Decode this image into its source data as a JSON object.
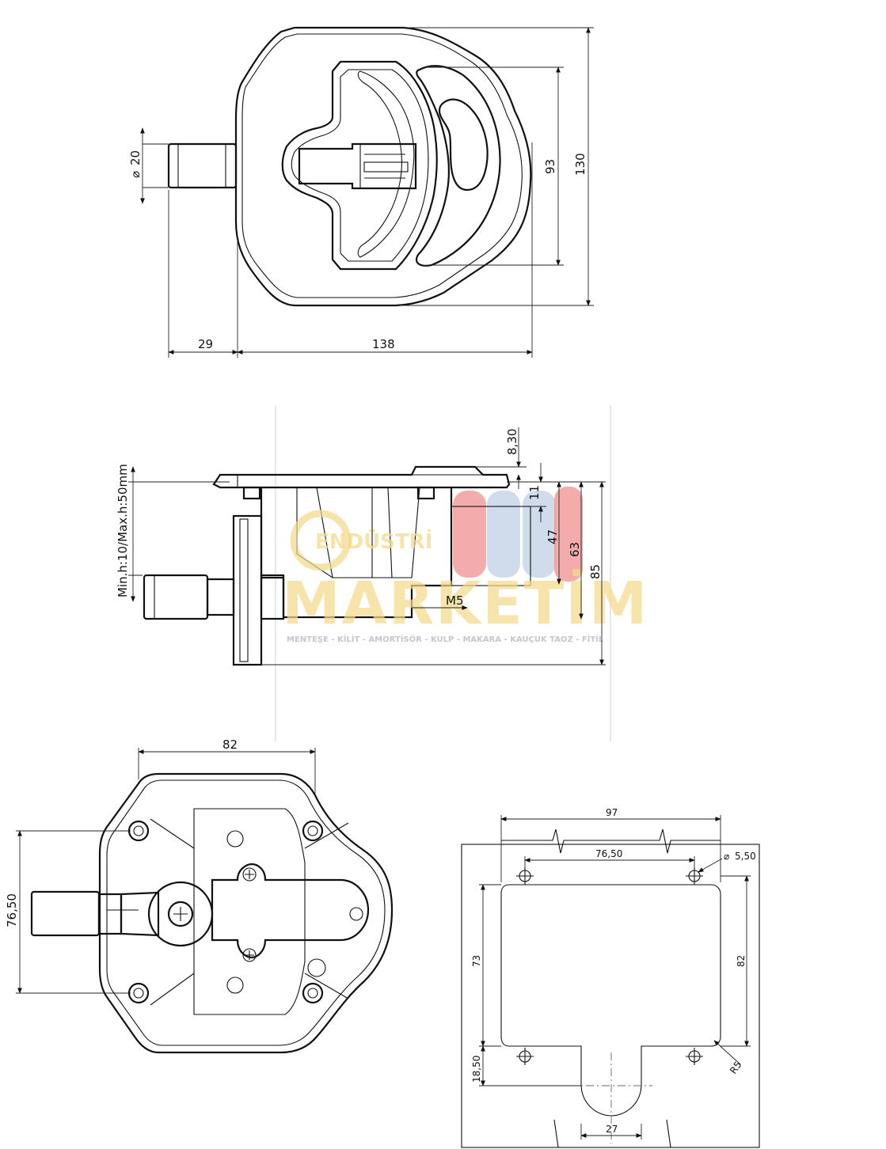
{
  "top_view": {
    "dims": {
      "dia": "20",
      "left_len": "29",
      "body_len": "138",
      "inner_h": "93",
      "outer_h": "130"
    }
  },
  "side_view": {
    "dims": {
      "top_offset": "8,30",
      "flange": "11",
      "depth_47": "47",
      "depth_63": "63",
      "total": "85",
      "thread": "M5",
      "adjust_range": "Min.h:10/Max.h:50mm"
    }
  },
  "bottom_view": {
    "dims": {
      "width": "82",
      "hole_spacing": "76,50"
    }
  },
  "cutout": {
    "dims": {
      "outer_w": "97",
      "hole_w": "76,50",
      "hole_dia": "5,50",
      "left_h": "73",
      "right_h": "82",
      "bottom_offset": "18,50",
      "slot_w": "27",
      "radius": "R5"
    }
  },
  "watermark": {
    "line1": "ENDÜSTRİ",
    "line2": "MARKETİM",
    "tagline": "MENTEŞE - KİLİT - AMORTİSÖR - KULP - MAKARA - KAUÇUK TAOZ - FİTİL",
    "colors": {
      "gold": "#f2d98a",
      "red": "#ef8f8f",
      "blue": "#a9bedc"
    }
  }
}
